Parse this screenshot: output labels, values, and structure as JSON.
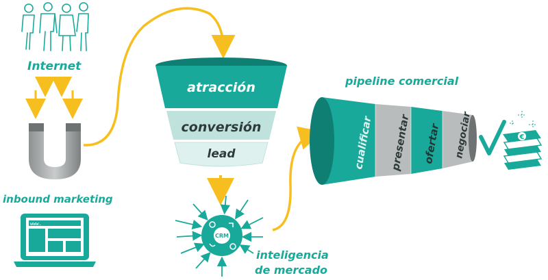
{
  "labels": {
    "internet": "Internet",
    "inbound": "inbound marketing",
    "pipeline": "pipeline comercial",
    "inteligencia_1": "inteligencia",
    "inteligencia_2": "de mercado",
    "crm": "CRM",
    "www": "www."
  },
  "funnel": {
    "stages": [
      "atracción",
      "conversión",
      "lead"
    ]
  },
  "pipeline_stages": [
    "cualificar",
    "presentar",
    "ofertar",
    "negociar"
  ],
  "money_symbol": "€",
  "colors": {
    "teal": "#19a99a",
    "teal_dark": "#0f7f74",
    "teal_light": "#bfe3dc",
    "teal_pale": "#dff1ee",
    "gray": "#b9bcbd",
    "gray_dark": "#6e7273",
    "yellow": "#f6bf1f"
  }
}
